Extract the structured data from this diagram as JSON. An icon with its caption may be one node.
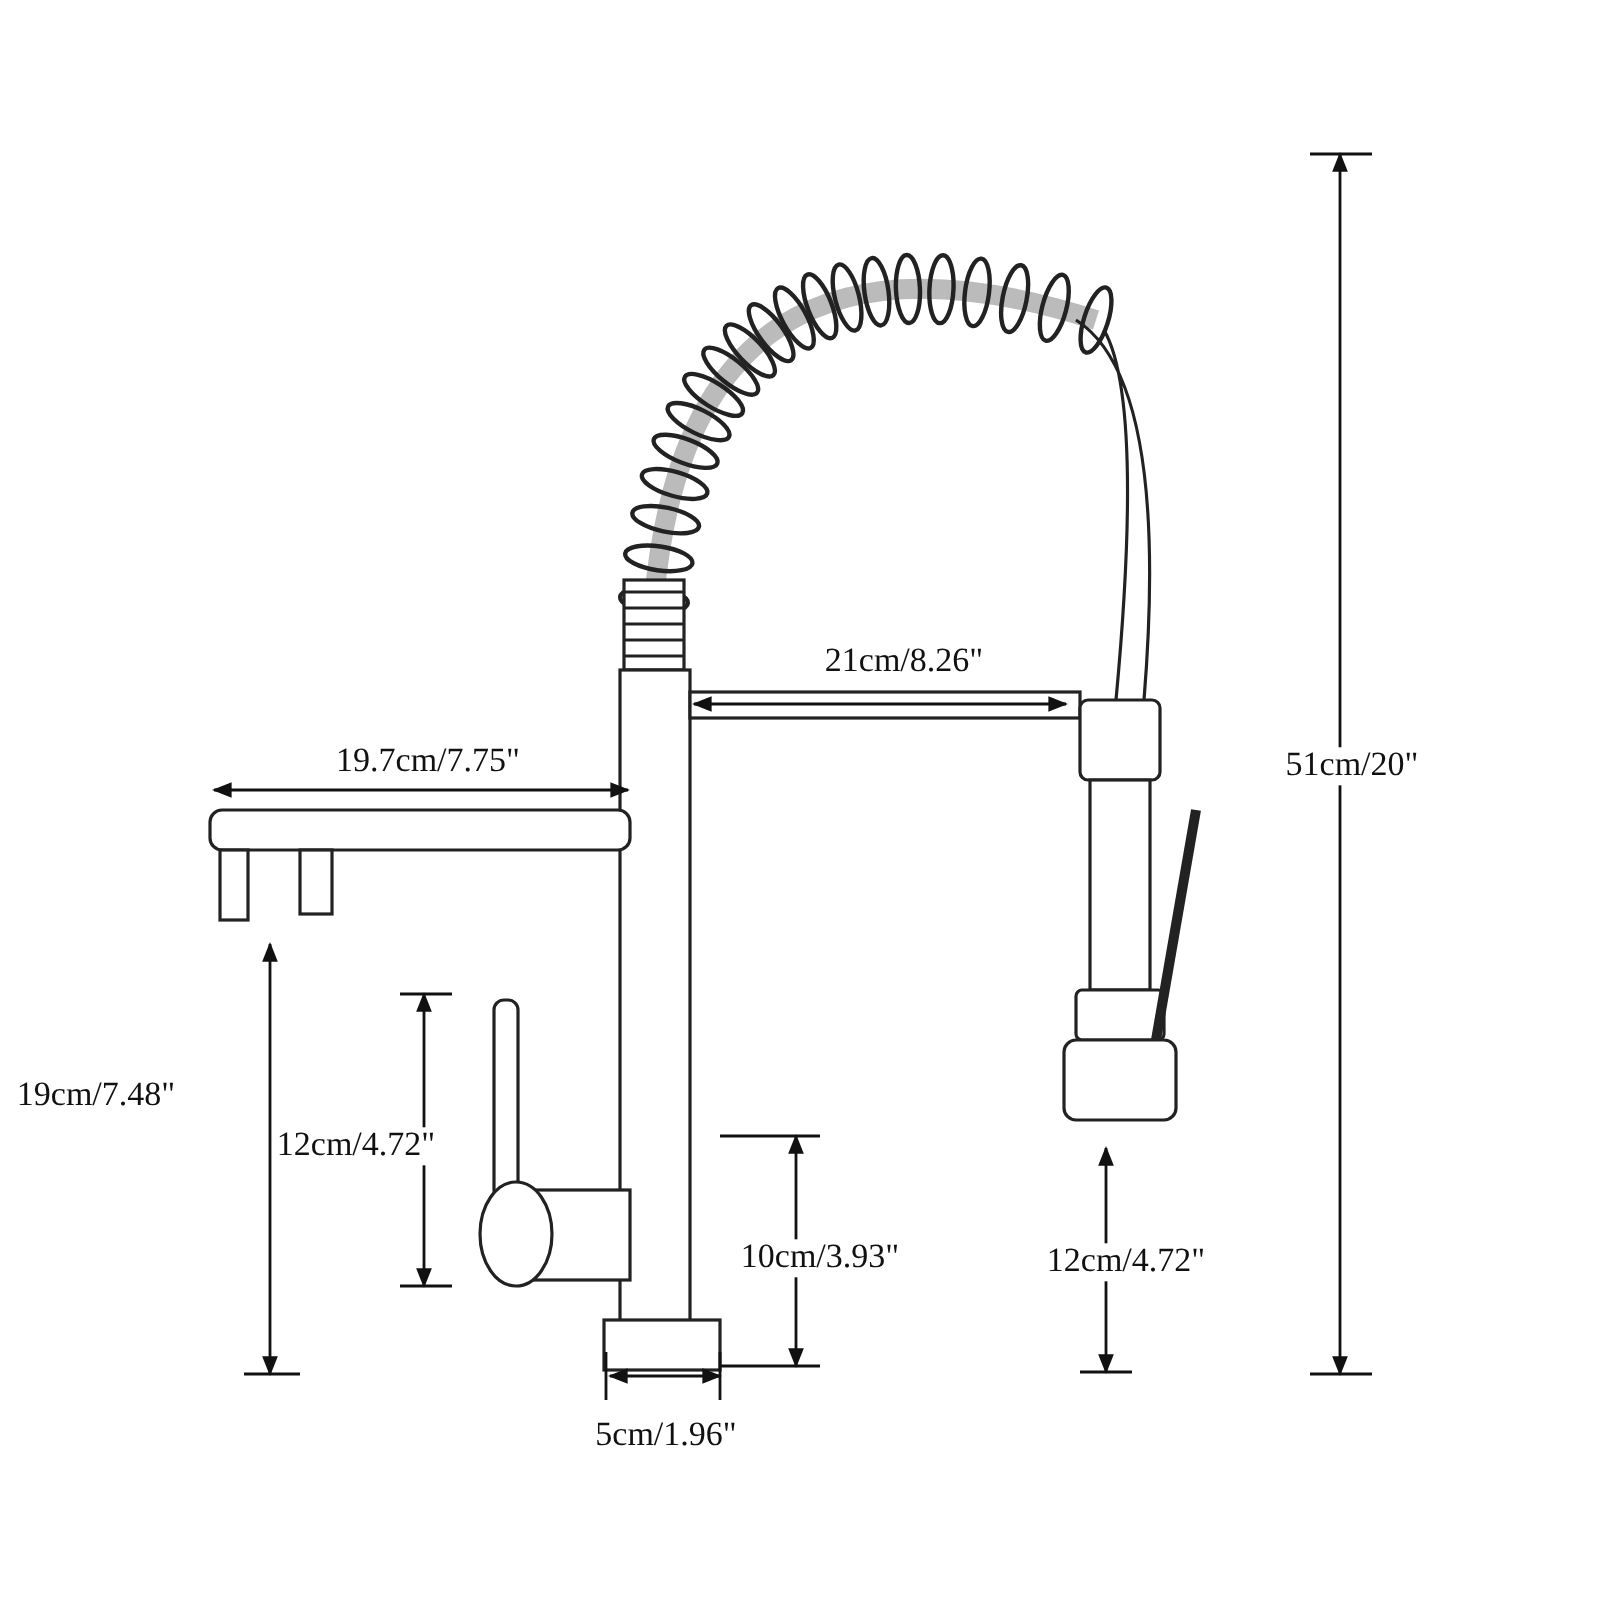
{
  "diagram": {
    "labels": [
      "21cm/8.26\"",
      "19.7cm/7.75\"",
      "51cm/20\"",
      "19cm/7.48\"",
      "12cm/4.72\"",
      "10cm/3.93\"",
      "12cm/4.72\"",
      "5cm/1.96\""
    ]
  }
}
